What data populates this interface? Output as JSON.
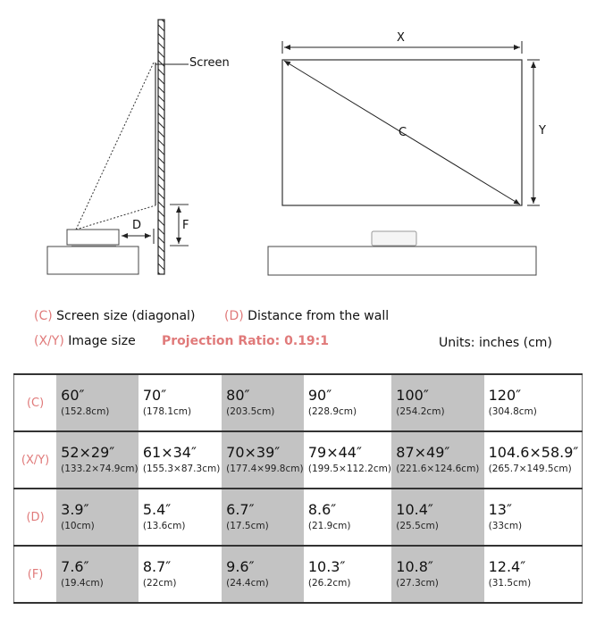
{
  "diagram": {
    "screen_label": "Screen",
    "d_label": "D",
    "f_label": "F",
    "x_label": "X",
    "y_label": "Y",
    "c_label": "C"
  },
  "legend": {
    "c_code": "(C)",
    "c_text": "Screen size (diagonal)",
    "d_code": "(D)",
    "d_text": "Distance from the wall",
    "xy_code": "(X/Y)",
    "xy_text": "Image size",
    "ratio": "Projection Ratio: 0.19:1",
    "units": "Units: inches (cm)"
  },
  "table": {
    "rows": [
      {
        "label": "(C)",
        "cells": [
          [
            "60″",
            "(152.8cm)"
          ],
          [
            "70″",
            "(178.1cm)"
          ],
          [
            "80″",
            "(203.5cm)"
          ],
          [
            "90″",
            "(228.9cm)"
          ],
          [
            "100″",
            "(254.2cm)"
          ],
          [
            "120″",
            "(304.8cm)"
          ]
        ]
      },
      {
        "label": "(X/Y)",
        "cells": [
          [
            "52×29″",
            "(133.2×74.9cm)"
          ],
          [
            "61×34″",
            "(155.3×87.3cm)"
          ],
          [
            "70×39″",
            "(177.4×99.8cm)"
          ],
          [
            "79×44″",
            "(199.5×112.2cm)"
          ],
          [
            "87×49″",
            "(221.6×124.6cm)"
          ],
          [
            "104.6×58.9″",
            "(265.7×149.5cm)"
          ]
        ]
      },
      {
        "label": "(D)",
        "cells": [
          [
            "3.9″",
            "(10cm)"
          ],
          [
            "5.4″",
            "(13.6cm)"
          ],
          [
            "6.7″",
            "(17.5cm)"
          ],
          [
            "8.6″",
            "(21.9cm)"
          ],
          [
            "10.4″",
            "(25.5cm)"
          ],
          [
            "13″",
            "(33cm)"
          ]
        ]
      },
      {
        "label": "(F)",
        "cells": [
          [
            "7.6″",
            "(19.4cm)"
          ],
          [
            "8.7″",
            "(22cm)"
          ],
          [
            "9.6″",
            "(24.4cm)"
          ],
          [
            "10.3″",
            "(26.2cm)"
          ],
          [
            "10.8″",
            "(27.3cm)"
          ],
          [
            "12.4″",
            "(31.5cm)"
          ]
        ]
      }
    ]
  }
}
